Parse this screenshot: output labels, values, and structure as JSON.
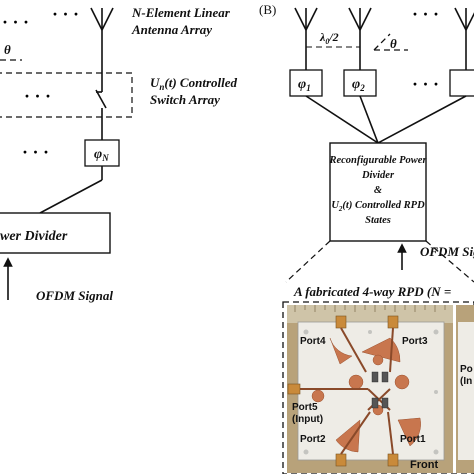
{
  "panel_b_label": "(B)",
  "left": {
    "antenna_label_line1": "N-Element Linear",
    "antenna_label_line2": "Antenna Array",
    "theta": "θ",
    "ellipsis": "· · ·",
    "switch_label_un": "U",
    "switch_label_n": "n",
    "switch_label_t": "(t) Controlled",
    "switch_label_line2": "Switch Array",
    "phase_box": "φ",
    "phase_sub": "N",
    "divider_label": "wer Divider",
    "input_label": "OFDM Signal"
  },
  "right": {
    "spacing": "λ",
    "spacing_sub": "0",
    "spacing_rest": "/2",
    "theta": "θ",
    "phase1": "φ",
    "phase1_sub": "1",
    "phase2": "φ",
    "phase2_sub": "2",
    "rpd_line1": "Reconfigurable Power",
    "rpd_line2": "Divider",
    "rpd_line3": "&",
    "rpd_line4_u": "U",
    "rpd_line4_sub": "2",
    "rpd_line4_rest": "(t) Controlled RPD",
    "rpd_line5": "States",
    "input_label": "OFDM Sig",
    "fabricated_title": "A fabricated 4-way RPD (N =",
    "port4": "Port4",
    "port3": "Port3",
    "port5_line1": "Port5",
    "port5_line2": "(Input)",
    "port2": "Port2",
    "port1": "Port1",
    "front": "Front",
    "cut_top": "Po",
    "cut_bottom": "(In"
  }
}
